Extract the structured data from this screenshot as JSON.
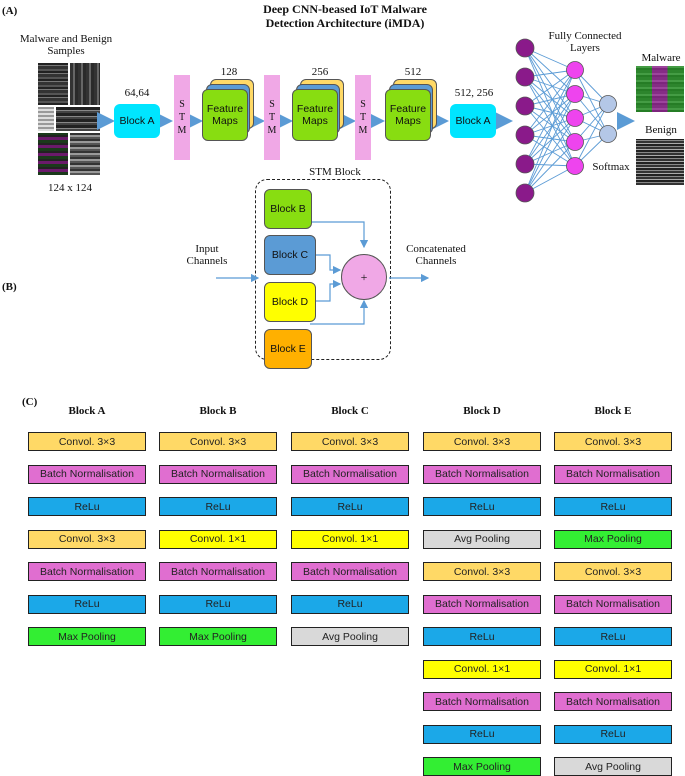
{
  "panel_labels": {
    "a": "(A)",
    "b": "(B)",
    "c": "(C)"
  },
  "title": {
    "line1": "Deep CNN-beased IoT Malware",
    "line2": "Detection Architecture (iMDA)"
  },
  "panel_a": {
    "input_label_line1": "Malware and Benign",
    "input_label_line2": "Samples",
    "input_size": "124 x 124",
    "block_a_left": "Block A",
    "block_a_left_dims": "64,64",
    "stm_letters": [
      "S",
      "T",
      "M"
    ],
    "feature_maps_line1": "Feature",
    "feature_maps_line2": "Maps",
    "fm_channels": [
      "128",
      "256",
      "512"
    ],
    "block_a_right": "Block A",
    "block_a_right_dims": "512, 256",
    "fc_label_line1": "Fully Connected",
    "fc_label_line2": "Layers",
    "softmax": "Softmax",
    "output_malware": "Malware",
    "output_benign": "Benign"
  },
  "panel_b": {
    "title": "STM Block",
    "input_line1": "Input",
    "input_line2": "Channels",
    "output_line1": "Concatenated",
    "output_line2": "Channels",
    "plus": "+",
    "blocks": [
      "Block B",
      "Block C",
      "Block D",
      "Block E"
    ]
  },
  "panel_c": {
    "columns": [
      {
        "title": "Block A",
        "layers": [
          "Convol. 3×3",
          "Batch Normalisation",
          "ReLu",
          "Convol. 3×3",
          "Batch Normalisation",
          "ReLu",
          "Max Pooling"
        ]
      },
      {
        "title": "Block B",
        "layers": [
          "Convol. 3×3",
          "Batch Normalisation",
          "ReLu",
          "Convol. 1×1",
          "Batch Normalisation",
          "ReLu",
          "Max Pooling"
        ]
      },
      {
        "title": "Block C",
        "layers": [
          "Convol. 3×3",
          "Batch Normalisation",
          "ReLu",
          "Convol. 1×1",
          "Batch Normalisation",
          "ReLu",
          "Avg Pooling"
        ]
      },
      {
        "title": "Block D",
        "layers": [
          "Convol. 3×3",
          "Batch Normalisation",
          "ReLu",
          "Avg Pooling",
          "Convol. 3×3",
          "Batch Normalisation",
          "ReLu",
          "Convol. 1×1",
          "Batch Normalisation",
          "ReLu",
          "Max Pooling"
        ]
      },
      {
        "title": "Block E",
        "layers": [
          "Convol. 3×3",
          "Batch Normalisation",
          "ReLu",
          "Max Pooling",
          "Convol. 3×3",
          "Batch Normalisation",
          "ReLu",
          "Convol. 1×1",
          "Batch Normalisation",
          "ReLu",
          "Avg Pooling"
        ]
      }
    ]
  },
  "colors": {
    "conv3": "#ffd966",
    "bn": "#e06ed0",
    "relu": "#1ba8e8",
    "conv1": "#ffff00",
    "maxpool": "#33ee33",
    "avgpool": "#d9d9d9",
    "block_a": "#00e5ff",
    "block_b": "#88dd11",
    "block_c": "#5b9bd5",
    "block_d": "#ffff00",
    "block_e": "#ffb000",
    "stm": "#f0a8e6",
    "arrow": "#5b9bd5",
    "input_neuron": "#8a1a8a",
    "hidden_neuron": "#ee44ee",
    "output_neuron": "#b4c7e7"
  }
}
